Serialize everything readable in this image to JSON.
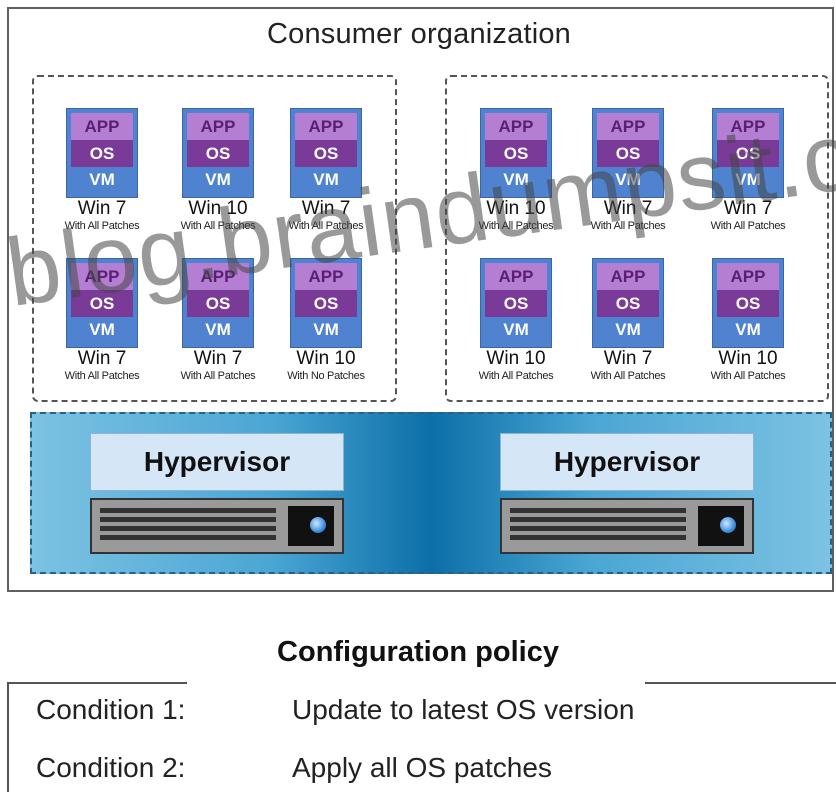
{
  "org_title": "Consumer organization",
  "layers": {
    "app": "APP",
    "os": "OS",
    "vm": "VM"
  },
  "left_group": {
    "vms": [
      {
        "name": "Win 7",
        "patch": "With All Patches"
      },
      {
        "name": "Win 10",
        "patch": "With All Patches"
      },
      {
        "name": "Win 7",
        "patch": "With All Patches"
      },
      {
        "name": "Win 7",
        "patch": "With All Patches"
      },
      {
        "name": "Win 7",
        "patch": "With All Patches"
      },
      {
        "name": "Win 10",
        "patch": "With No Patches"
      }
    ]
  },
  "right_group": {
    "vms": [
      {
        "name": "Win 10",
        "patch": "With All Patches"
      },
      {
        "name": "Win 7",
        "patch": "With All Patches"
      },
      {
        "name": "Win 7",
        "patch": "With All Patches"
      },
      {
        "name": "Win 10",
        "patch": "With All Patches"
      },
      {
        "name": "Win 7",
        "patch": "With All Patches"
      },
      {
        "name": "Win 10",
        "patch": "With All Patches"
      }
    ]
  },
  "hypervisors": [
    {
      "label": "Hypervisor"
    },
    {
      "label": "Hypervisor"
    }
  ],
  "watermark": "blog.braindumpsit.com",
  "policy": {
    "title": "Configuration policy",
    "conditions": [
      {
        "label": "Condition 1:",
        "text": "Update to latest OS version"
      },
      {
        "label": "Condition 2:",
        "text": "Apply all OS patches"
      }
    ]
  }
}
